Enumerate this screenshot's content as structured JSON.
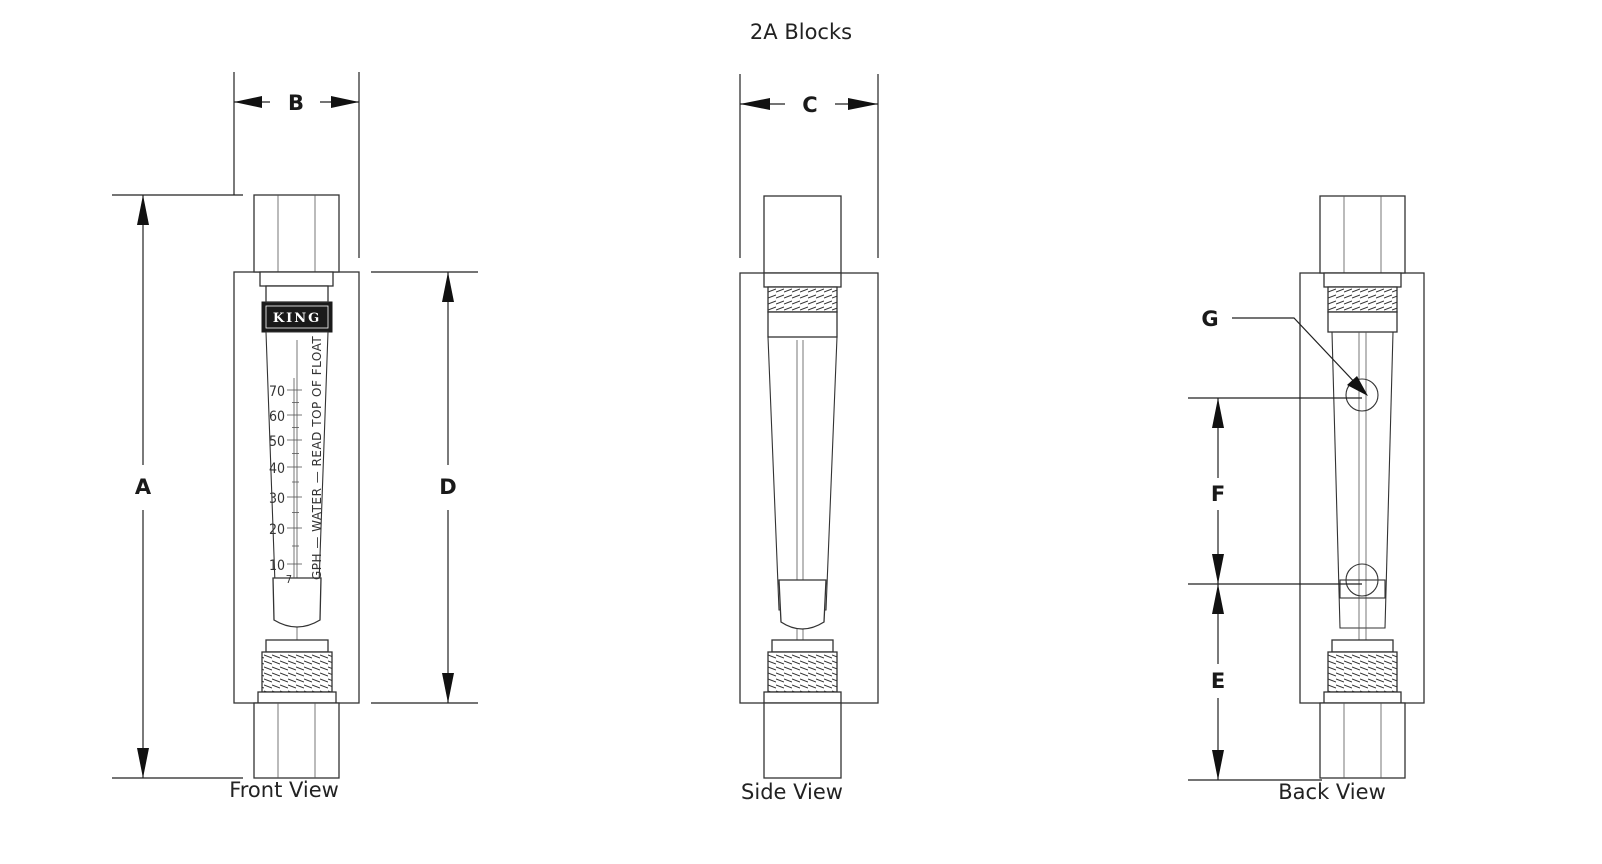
{
  "title": "2A Blocks",
  "views": {
    "front": "Front View",
    "side": "Side View",
    "back": "Back View"
  },
  "dimensions": {
    "a": "A",
    "b": "B",
    "c": "C",
    "d": "D",
    "e": "E",
    "f": "F",
    "g": "G"
  },
  "scale": {
    "ticks": [
      "70",
      "60",
      "50",
      "40",
      "30",
      "20",
      "10",
      "7"
    ],
    "label": "GPH — WATER — READ TOP OF FLOAT"
  },
  "logo": "KING"
}
